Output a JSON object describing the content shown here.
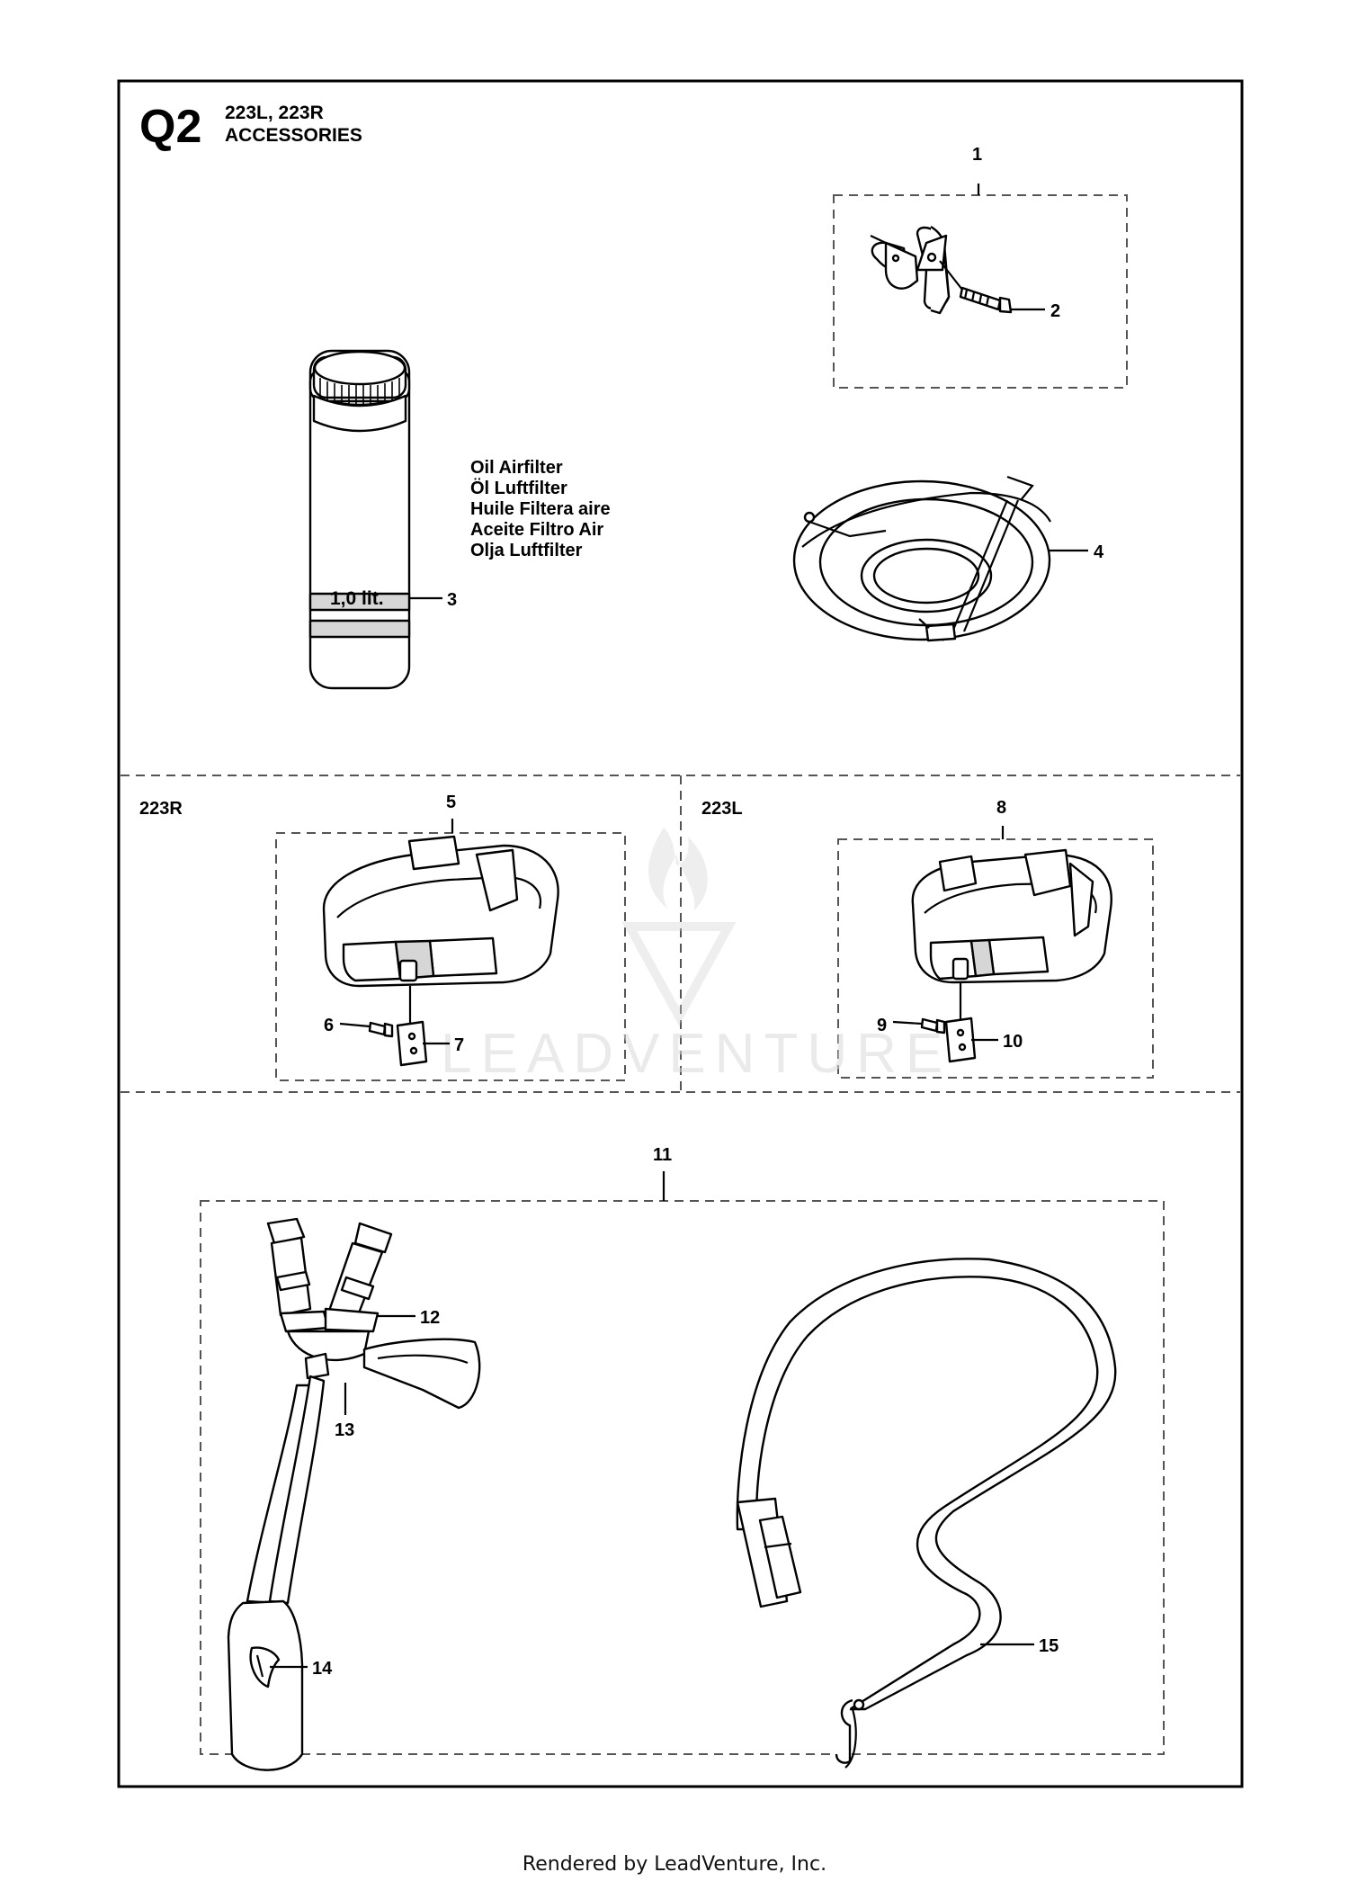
{
  "header": {
    "code": "Q2",
    "models": "223L, 223R",
    "section": "ACCESSORIES"
  },
  "oil_labels": [
    "Oil Airfilter",
    "Öl Luftfilter",
    "Huile Filtera aire",
    "Aceite Filtro Air",
    "Olja Luftfilter"
  ],
  "bottle_text": "1,0 lit.",
  "panels": {
    "left_model": "223R",
    "right_model": "223L"
  },
  "callouts": {
    "c1": "1",
    "c2": "2",
    "c3": "3",
    "c4": "4",
    "c5": "5",
    "c6": "6",
    "c7": "7",
    "c8": "8",
    "c9": "9",
    "c10": "10",
    "c11": "11",
    "c12": "12",
    "c13": "13",
    "c14": "14",
    "c15": "15"
  },
  "watermark": "LEADVENTURE",
  "footer": "Rendered by LeadVenture, Inc."
}
